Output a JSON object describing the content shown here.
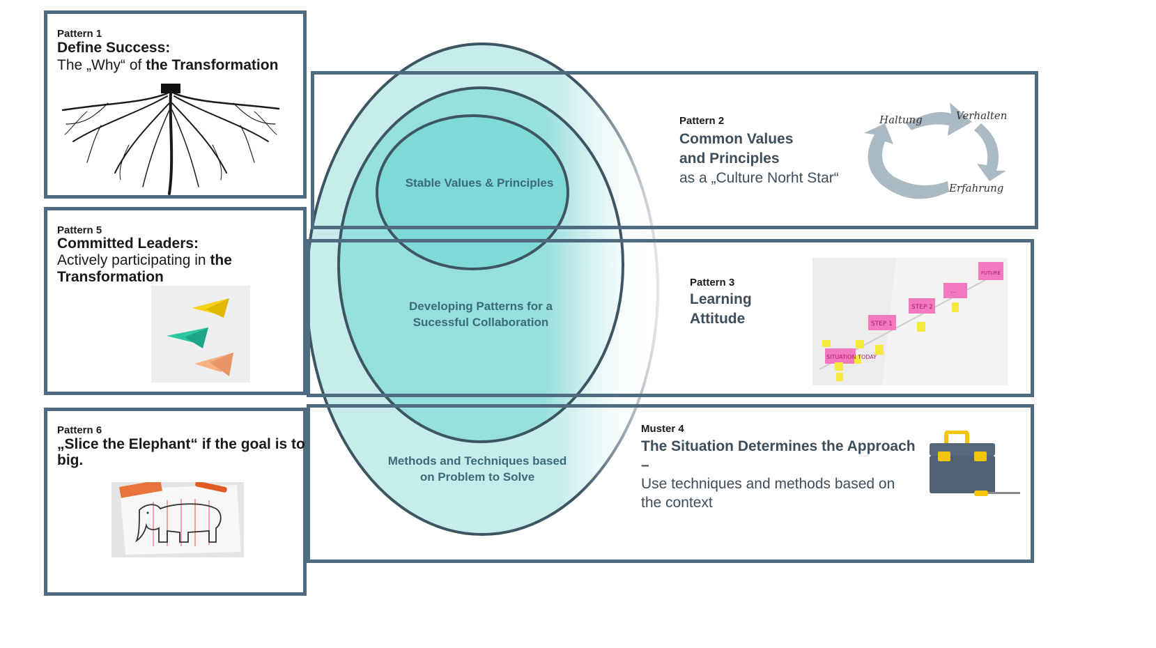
{
  "colors": {
    "frame": "#4f6b80",
    "teal": "#7fd9d6",
    "tealLight": "#c9eeee",
    "label": "#3b6c7a"
  },
  "p1": {
    "tag": "Pattern 1",
    "line1": "Define Success:",
    "line2a": "The „Why“ of ",
    "line2b": "the Transformation"
  },
  "p5": {
    "tag": "Pattern 5",
    "line1": "Committed Leaders:",
    "line2a": "Actively participating in ",
    "line2b": "the",
    "line3": "Transformation"
  },
  "p6": {
    "tag": "Pattern 6",
    "line1": "„Slice the Elephant“ if the goal is to",
    "line2": "big."
  },
  "p2": {
    "tag": "Pattern 2",
    "line1": "Common Values",
    "line2": "and Principles",
    "line3": "as a „Culture Norht Star“",
    "cycle": [
      "Haltung",
      "Verhalten",
      "Erfahrung"
    ]
  },
  "p3": {
    "tag": "Pattern 3",
    "line1": "Learning",
    "line2": "Attitude",
    "notes": [
      "SITUATION TODAY",
      "STEP 1",
      "STEP 2",
      "...",
      "FUTURE"
    ]
  },
  "p4": {
    "tag": "Muster 4",
    "line1": "The Situation Determines the Approach",
    "line2": "–",
    "line3": "Use techniques and methods based on",
    "line4": "the context"
  },
  "center": {
    "inner": "Stable Values & Principles",
    "middle1": "Developing Patterns for a",
    "middle2": "Sucessful Collaboration",
    "outer1": "Methods and Techniques based",
    "outer2": "on Problem to Solve"
  }
}
